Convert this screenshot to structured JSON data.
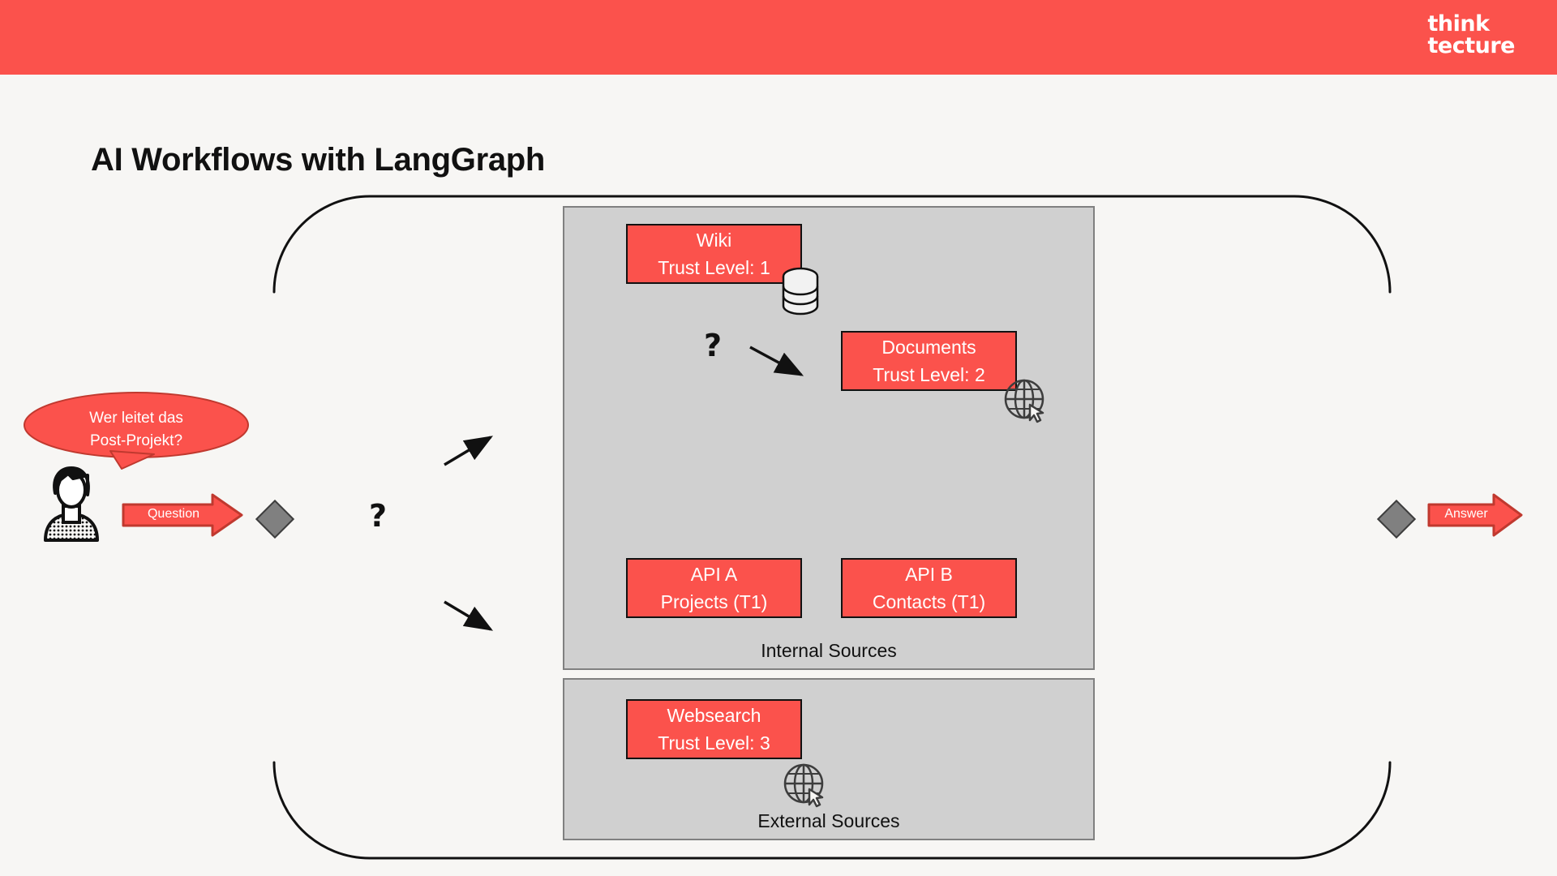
{
  "header": {
    "brand_line1": "think",
    "brand_line2": "tecture",
    "bar_color": "#fb524c"
  },
  "slide": {
    "title": "AI Workflows with LangGraph",
    "background_color": "#f7f6f4"
  },
  "user": {
    "avatar_icon": "person-icon",
    "speech_bubble": {
      "line1": "Wer leitet das",
      "line2": "Post-Projekt?",
      "fill_color": "#fb524c"
    }
  },
  "flow": {
    "question_label": "Question",
    "answer_label": "Answer",
    "arrow_color": "#fb524c",
    "router_shape": "diamond",
    "router_color": "#808080",
    "router_question_mark": "?"
  },
  "graph": {
    "inner_question_mark": "?",
    "frame_shape": "rounded-rectangle"
  },
  "groups": [
    {
      "id": "internal",
      "label": "Internal Sources",
      "fill_color": "#d0d0d0",
      "border_color": "#808080",
      "nodes": [
        {
          "id": "wiki",
          "title": "Wiki",
          "subtitle": "Trust Level: 1",
          "icon": "database-icon",
          "fill_color": "#fb524c"
        },
        {
          "id": "documents",
          "title": "Documents",
          "subtitle": "Trust Level: 2",
          "icon": "globe-cursor-icon",
          "fill_color": "#fb524c"
        },
        {
          "id": "api-a",
          "title": "API A",
          "subtitle": "Projects (T1)",
          "icon": "",
          "fill_color": "#fb524c"
        },
        {
          "id": "api-b",
          "title": "API B",
          "subtitle": "Contacts (T1)",
          "icon": "",
          "fill_color": "#fb524c"
        }
      ]
    },
    {
      "id": "external",
      "label": "External Sources",
      "fill_color": "#d0d0d0",
      "border_color": "#808080",
      "nodes": [
        {
          "id": "websearch",
          "title": "Websearch",
          "subtitle": "Trust Level: 3",
          "icon": "globe-cursor-icon",
          "fill_color": "#fb524c"
        }
      ]
    }
  ]
}
